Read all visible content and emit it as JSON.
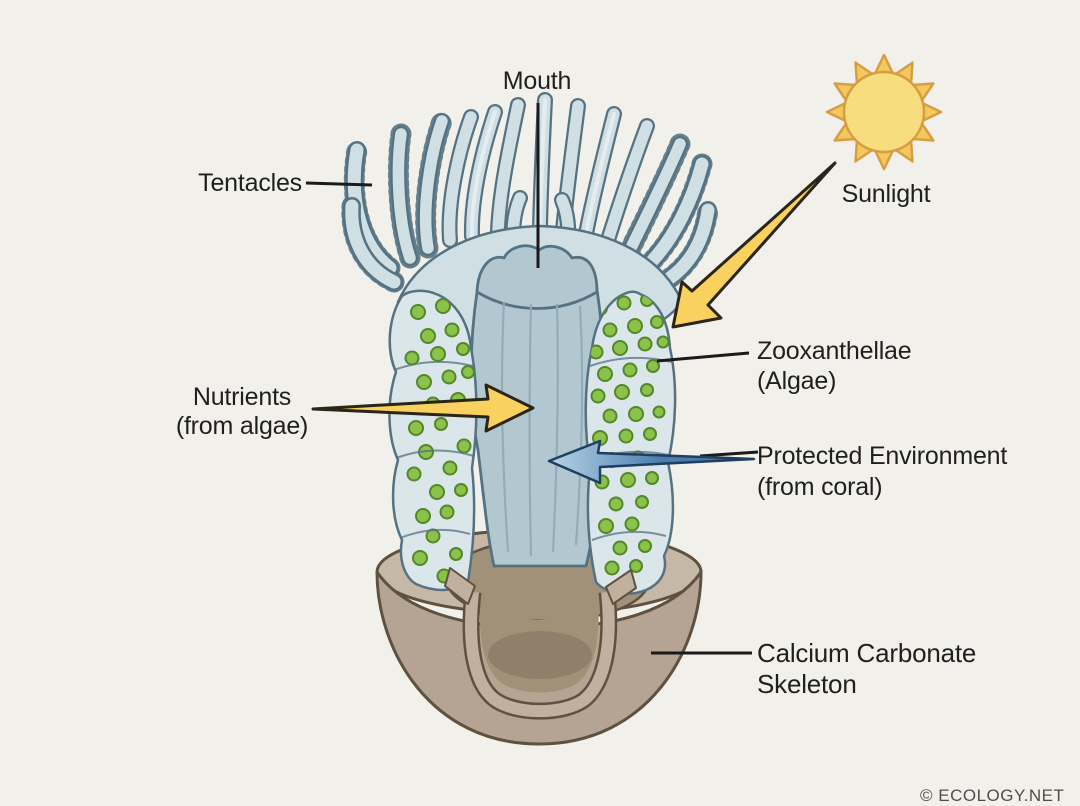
{
  "labels": {
    "mouth": "Mouth",
    "tentacles": "Tentacles",
    "sunlight": "Sunlight",
    "zooxanthellae_1": "Zooxanthellae",
    "zooxanthellae_2": "(Algae)",
    "nutrients_1": "Nutrients",
    "nutrients_2": "(from algae)",
    "protected_1": "Protected Environment",
    "protected_2": "(from coral)",
    "skeleton_1": "Calcium Carbonate",
    "skeleton_2": "Skeleton"
  },
  "footer": {
    "copyright": "© ECOLOGY.NET"
  },
  "icons": {
    "sun": "sun-icon"
  },
  "arrows": [
    {
      "name": "sunlight-arrow",
      "color": "yellow",
      "direction": "down-left",
      "from": "sun",
      "to": "coral body wall"
    },
    {
      "name": "nutrients-arrow",
      "color": "yellow",
      "direction": "right",
      "from": "Nutrients (from algae) label",
      "to": "coral pharynx"
    },
    {
      "name": "protected-arrow",
      "color": "blue",
      "direction": "left",
      "from": "Protected Environment (from coral) label",
      "to": "coral interior"
    }
  ],
  "colors": {
    "background": "#f2f0eb",
    "text": "#1f1f1f",
    "leader_line": "#1a1a1a",
    "outline": "#557283",
    "tentacle_fill": "#cfdfe4",
    "tentacle_light": "#e9f0f2",
    "body_fill": "#dae6e9",
    "column_fill": "#b2c7d0",
    "column_shade": "#8ea9b7",
    "algae_fill": "#8ac24a",
    "algae_outline": "#53872a",
    "sun_core": "#f8dd7f",
    "sun_ray": "#f4c75f",
    "sun_outline": "#d89d42",
    "yellow_arrow": "#f8d15e",
    "dark_arrow_outline": "#2b2418",
    "blue_arrow_light": "#b9d3e6",
    "blue_arrow_dark": "#4a7cae",
    "blue_arrow_outline": "#1e3f60",
    "skeleton_top": "#c6b8a7",
    "skeleton_front": "#b5a493",
    "skeleton_cutface": "#c0b09d",
    "skeleton_interior": "#a29179",
    "skeleton_shadow": "#8d7c68",
    "skeleton_outline": "#5f5140",
    "copyright": "#4e4e4e"
  }
}
